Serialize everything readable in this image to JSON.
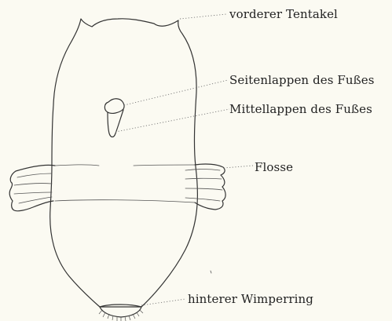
{
  "labels": {
    "vorderer_tentakel": "vorderer Tentakel",
    "seitenlappen": "Seitenlappen des Fußes",
    "mittellappen": "Mittellappen des Fußes",
    "flosse": "Flosse",
    "wimperring": "hinterer Wimperring"
  },
  "colors": {
    "background": "#fbfaf2",
    "line": "#333333"
  }
}
